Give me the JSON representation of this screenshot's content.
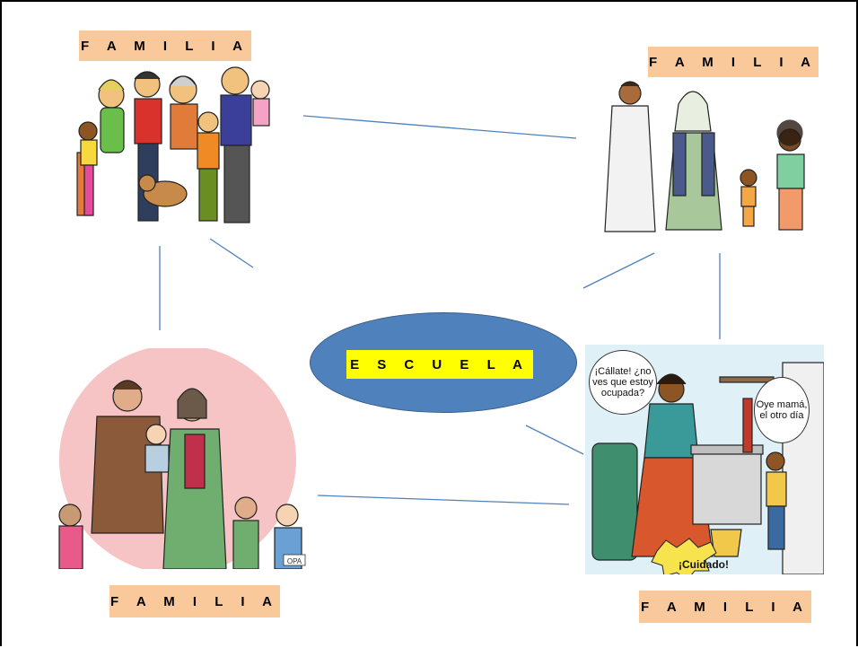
{
  "labels": {
    "family_top_left": "F A M I L I A",
    "family_top_right": "F A M I L I A",
    "family_bottom_left": "F A M I L I A",
    "family_bottom_right": "F A M I L I A",
    "center": "E S C U E L A"
  },
  "comic": {
    "bubble_mother": "¡Cállate! ¿no ves que estoy ocupada?",
    "bubble_girl": "Oye mamá, el otro día",
    "warning": "¡Cuidado!"
  },
  "signature": "OPA",
  "colors": {
    "label_bg": "#f9c99b",
    "center_bg": "#4f81bd",
    "center_label_bg": "#ffff00",
    "connector": "#4f81bd"
  }
}
